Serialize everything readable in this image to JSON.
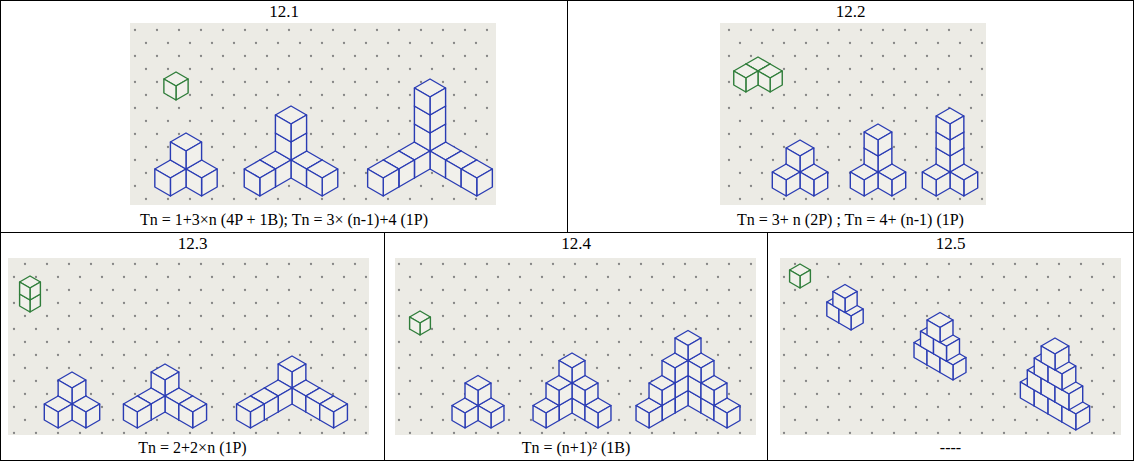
{
  "diagram": {
    "nodes": [
      {
        "text": [
          "12.1",
          "Tn = 1+3×n (4P + 1B); Tn = 3× (n-1)+4 (1P)"
        ]
      },
      {
        "text": [
          "12.2",
          "Tn = 3+ n (2P) ; Tn = 4+ (n-1) (1P)"
        ]
      },
      {
        "text": [
          "12.3",
          "Tn = 2+2×n (1P)"
        ]
      },
      {
        "text": [
          "12.4",
          "Tn = (n+1)² (1B)"
        ]
      },
      {
        "text": [
          "12.5",
          "----"
        ]
      }
    ]
  }
}
